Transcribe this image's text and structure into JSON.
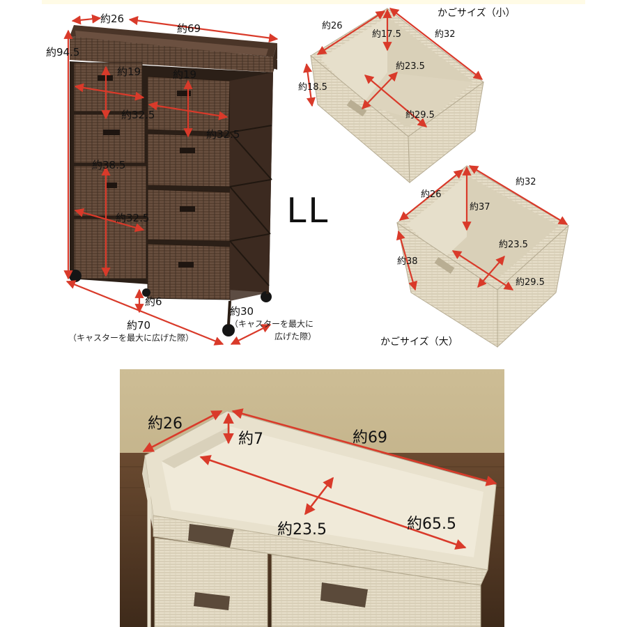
{
  "model": "LL",
  "unit_prefix": "約",
  "main_unit": {
    "width_top": "約26",
    "length_top": "約69",
    "height": "約94.5",
    "small_drawer_h1": "約19",
    "small_drawer_h2": "約19",
    "small_drawer_w1": "約32.5",
    "small_drawer_w2": "約32.5",
    "large_drawer_h": "約38.5",
    "large_drawer_w": "約32.5",
    "caster_h": "約6",
    "width_bottom": "約70",
    "width_bottom_note": "（キャスターを最大に広げた際）",
    "depth_bottom": "約30",
    "depth_bottom_note_1": "（キャスターを最大に",
    "depth_bottom_note_2": "広げた際）"
  },
  "basket_small": {
    "caption": "かごサイズ（小）",
    "top_depth": "約26",
    "height_inner": "約17.5",
    "top_width": "約32",
    "bottom_depth": "約23.5",
    "height_outer": "約18.5",
    "bottom_width": "約29.5"
  },
  "basket_large": {
    "caption": "かごサイズ（大）",
    "top_depth": "約26",
    "top_width": "約32",
    "height_inner": "約37",
    "height_outer": "約38",
    "bottom_depth": "約23.5",
    "bottom_width": "約29.5"
  },
  "top_tray_photo": {
    "outer_depth": "約26",
    "wall_height": "約7",
    "outer_length": "約69",
    "inner_depth": "約23.5",
    "inner_length": "約65.5"
  },
  "colors": {
    "brown": "#4f3a2c",
    "brown_light": "#6b5040",
    "beige": "#e8e0cc",
    "arrow": "#d93a2a"
  }
}
